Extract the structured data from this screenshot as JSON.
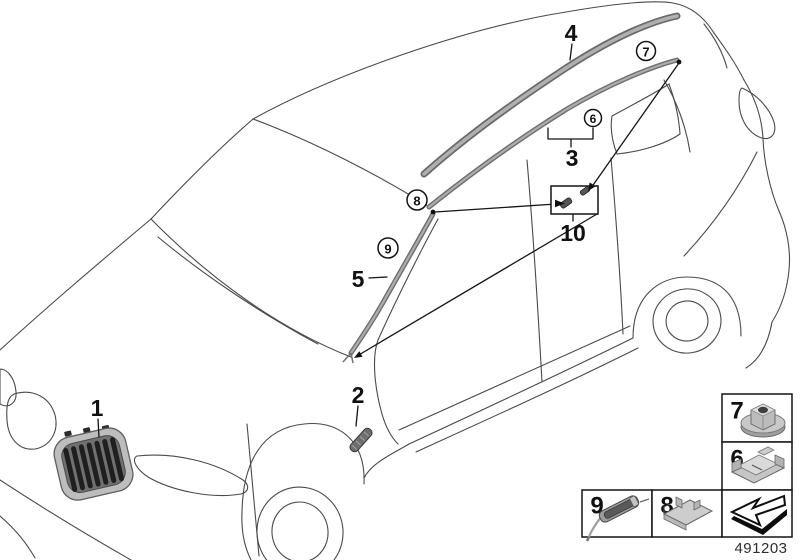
{
  "diagram": {
    "part_drawing_number": "491203",
    "callouts": {
      "n1": "1",
      "n2": "2",
      "n3": "3",
      "n4": "4",
      "n5": "5",
      "n10": "10",
      "c6": "6",
      "c7": "7",
      "c8": "8",
      "c9": "9"
    },
    "legend": {
      "box7": {
        "label": "7",
        "icon": "flange-nut-icon"
      },
      "box6": {
        "label": "6",
        "icon": "expansion-clip-icon"
      },
      "box9": {
        "label": "9",
        "icon": "clip-with-cord-icon"
      },
      "box8": {
        "label": "8",
        "icon": "mounting-bracket-icon"
      },
      "arrow_box": {
        "icon": "direction-arrow-icon"
      }
    },
    "colors": {
      "line_art": "#4a4a4a",
      "strip_dark": "#6f6f6f",
      "strip_light": "#aeaeae",
      "label": "#111111"
    }
  }
}
